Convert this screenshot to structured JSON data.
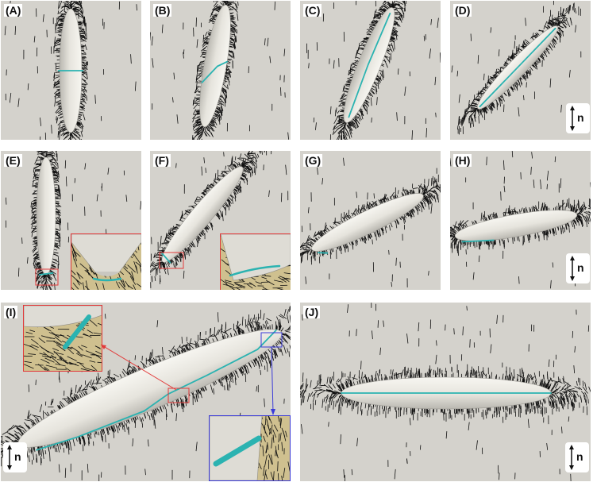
{
  "panels": [
    {
      "id": "A",
      "label": "(A)"
    },
    {
      "id": "B",
      "label": "(B)"
    },
    {
      "id": "C",
      "label": "(C)"
    },
    {
      "id": "D",
      "label": "(D)"
    },
    {
      "id": "E",
      "label": "(E)"
    },
    {
      "id": "F",
      "label": "(F)"
    },
    {
      "id": "G",
      "label": "(G)"
    },
    {
      "id": "H",
      "label": "(H)"
    },
    {
      "id": "I",
      "label": "(I)"
    },
    {
      "id": "J",
      "label": "(J)"
    }
  ],
  "director": {
    "letter": "n"
  },
  "colors": {
    "background": "#d4d2cc",
    "ellipsoid": "#e6e4dd",
    "defect_line": "#2bb3b1",
    "director_lines": "#111111",
    "inset_red": "#e23a3a",
    "inset_blue": "#3a3ad8",
    "inset_fill": "#cfc08f"
  },
  "icons": [
    "double-arrow-icon"
  ]
}
